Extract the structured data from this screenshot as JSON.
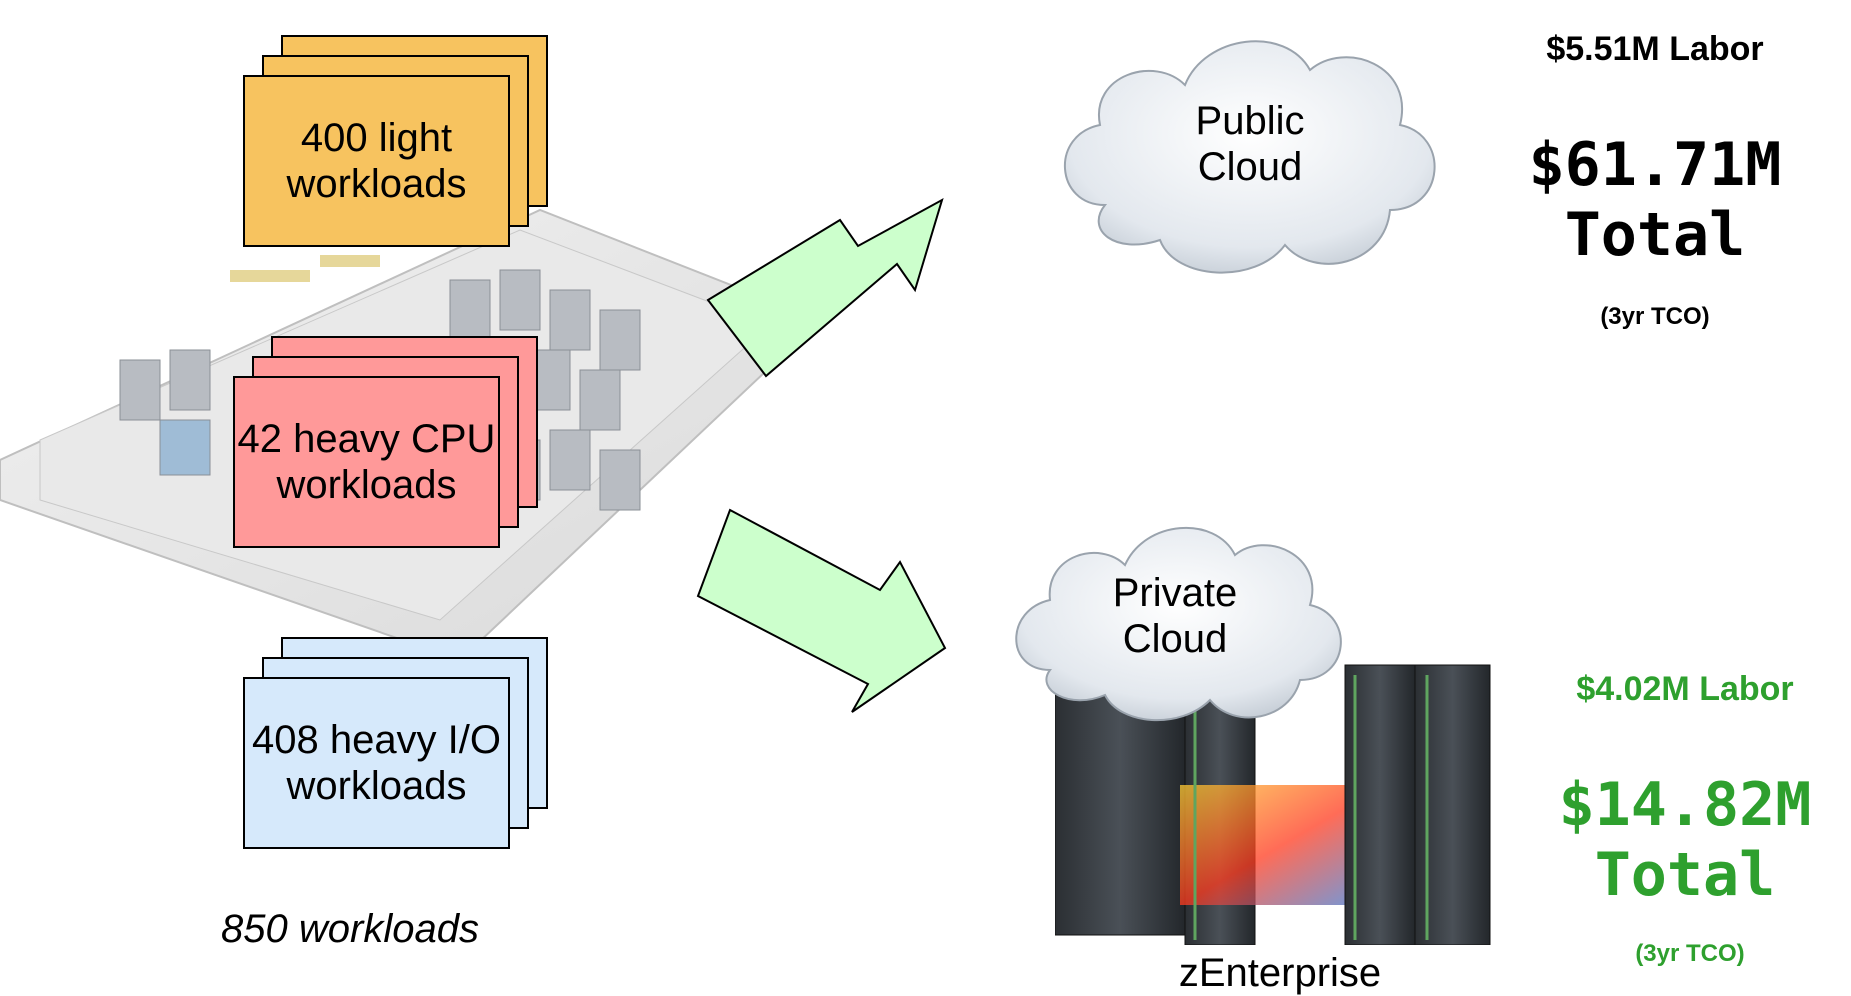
{
  "workloads": {
    "light": "400 light\nworkloads",
    "cpu": "42 heavy CPU\nworkloads",
    "io": "408 heavy I/O\nworkloads",
    "total": "850 workloads"
  },
  "public_cloud": {
    "label": "Public\nCloud",
    "labor": "$5.51M Labor",
    "total": "$61.71M\nTotal",
    "note": "(3yr TCO)"
  },
  "private_cloud": {
    "label": "Private\nCloud",
    "platform": "zEnterprise",
    "labor": "$4.02M Labor",
    "total": "$14.82M\nTotal",
    "note": "(3yr TCO)"
  },
  "colors": {
    "light_card": "#f7c35f",
    "cpu_card": "#ff9999",
    "io_card": "#d6e9fb",
    "arrow": "#ccffcc",
    "green_text": "#2ea02e"
  }
}
